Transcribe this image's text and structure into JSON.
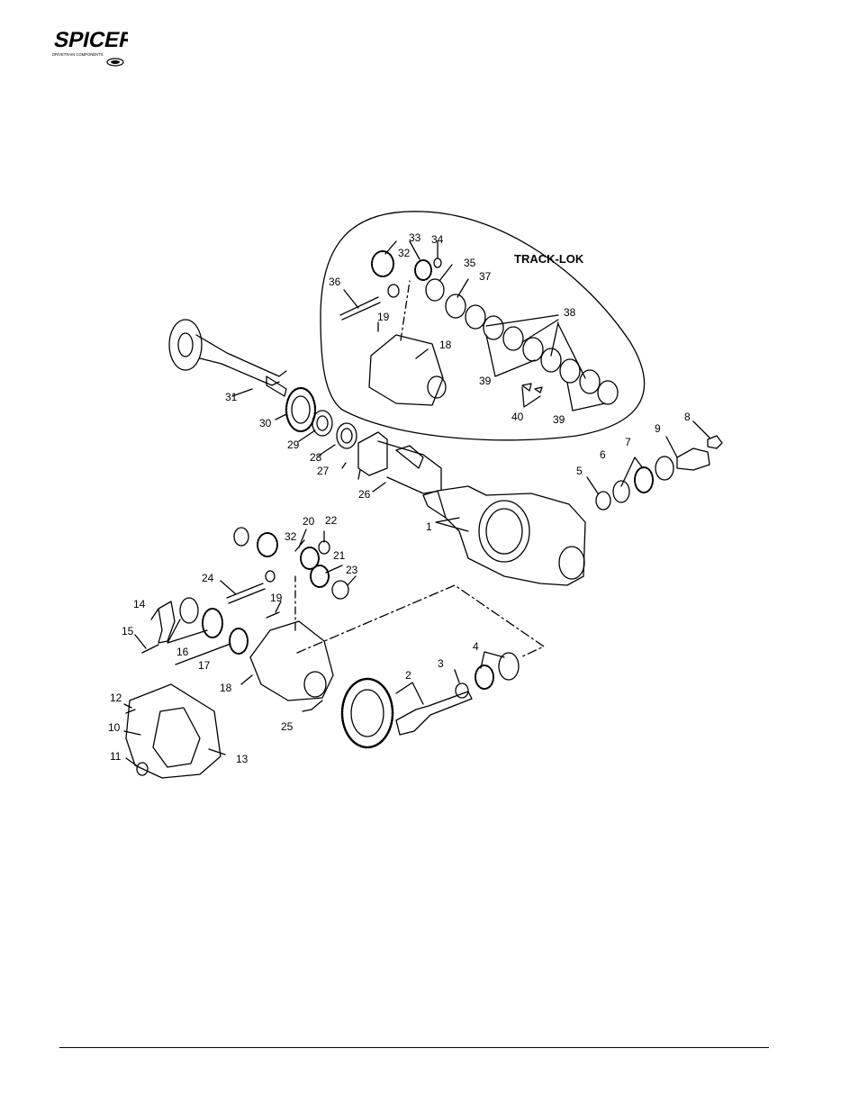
{
  "brand": {
    "name": "SPICER",
    "tagline": "DRIVETRAIN COMPONENTS",
    "mark": "dana-oval-icon"
  },
  "diagram": {
    "inset_title": "TRACK-LOK",
    "labels": {
      "n1": "1",
      "n2": "2",
      "n3": "3",
      "n4": "4",
      "n5": "5",
      "n6": "6",
      "n7": "7",
      "n8": "8",
      "n9": "9",
      "n10": "10",
      "n11": "11",
      "n12": "12",
      "n13": "13",
      "n14": "14",
      "n15": "15",
      "n16": "16",
      "n17": "17",
      "n18a": "18",
      "n18b": "18",
      "n19a": "19",
      "n19b": "19",
      "n20": "20",
      "n21": "21",
      "n22": "22",
      "n23": "23",
      "n24": "24",
      "n25": "25",
      "n26": "26",
      "n27": "27",
      "n28": "28",
      "n29": "29",
      "n30": "30",
      "n31": "31",
      "n32a": "32",
      "n32b": "32",
      "n33": "33",
      "n34": "34",
      "n35": "35",
      "n36": "36",
      "n37": "37",
      "n38": "38",
      "n39a": "39",
      "n39b": "39",
      "n40": "40"
    }
  }
}
